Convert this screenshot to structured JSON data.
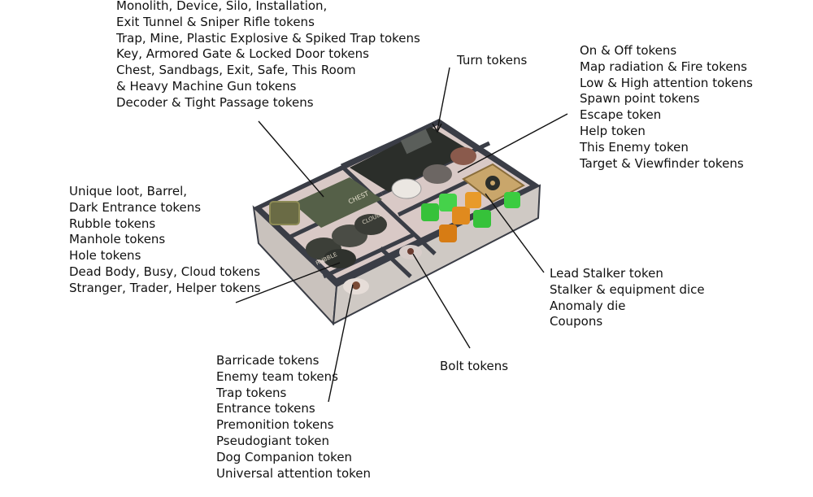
{
  "colors": {
    "text": "#111111",
    "tray_wall": "#3a3d46",
    "tray_inner": "#d9c9c6",
    "tray_side": "#cfc9c4",
    "token_dark": "#2b2e2a",
    "camo": "#556048",
    "die_green": "#36c23a",
    "die_orange": "#e08a1e",
    "radiation_tan": "#c9a66b"
  },
  "callouts": {
    "top_left": [
      "Monolith, Device, Silo, Installation,",
      "Exit Tunnel & Sniper Rifle tokens",
      "Trap, Mine, Plastic Explosive & Spiked Trap tokens",
      "Key, Armored Gate & Locked Door tokens",
      "Chest, Sandbags, Exit, Safe, This Room",
      "& Heavy Machine Gun tokens",
      "Decoder & Tight Passage tokens"
    ],
    "turn": [
      "Turn tokens"
    ],
    "top_right": [
      "On & Off tokens",
      "Map radiation & Fire tokens",
      "Low & High attention tokens",
      "Spawn point tokens",
      "Escape token",
      "Help token",
      "This Enemy token",
      "Target & Viewfinder tokens"
    ],
    "left": [
      "Unique loot, Barrel,",
      "Dark Entrance tokens",
      "Rubble tokens",
      "Manhole tokens",
      "Hole tokens",
      "Dead Body, Busy, Cloud tokens",
      "Stranger, Trader, Helper tokens"
    ],
    "right": [
      "Lead Stalker token",
      "Stalker & equipment dice",
      "Anomaly die",
      "Coupons"
    ],
    "bolt": [
      "Bolt tokens"
    ],
    "bottom": [
      "Barricade tokens",
      "Enemy team tokens",
      "Trap tokens",
      "Entrance tokens",
      "Premonition tokens",
      "Pseudogiant token",
      "Dog Companion token",
      "Universal attention token"
    ]
  },
  "token_labels": {
    "chest": "CHEST",
    "cloud": "CLOUD",
    "rubble": "RUBBLE"
  }
}
